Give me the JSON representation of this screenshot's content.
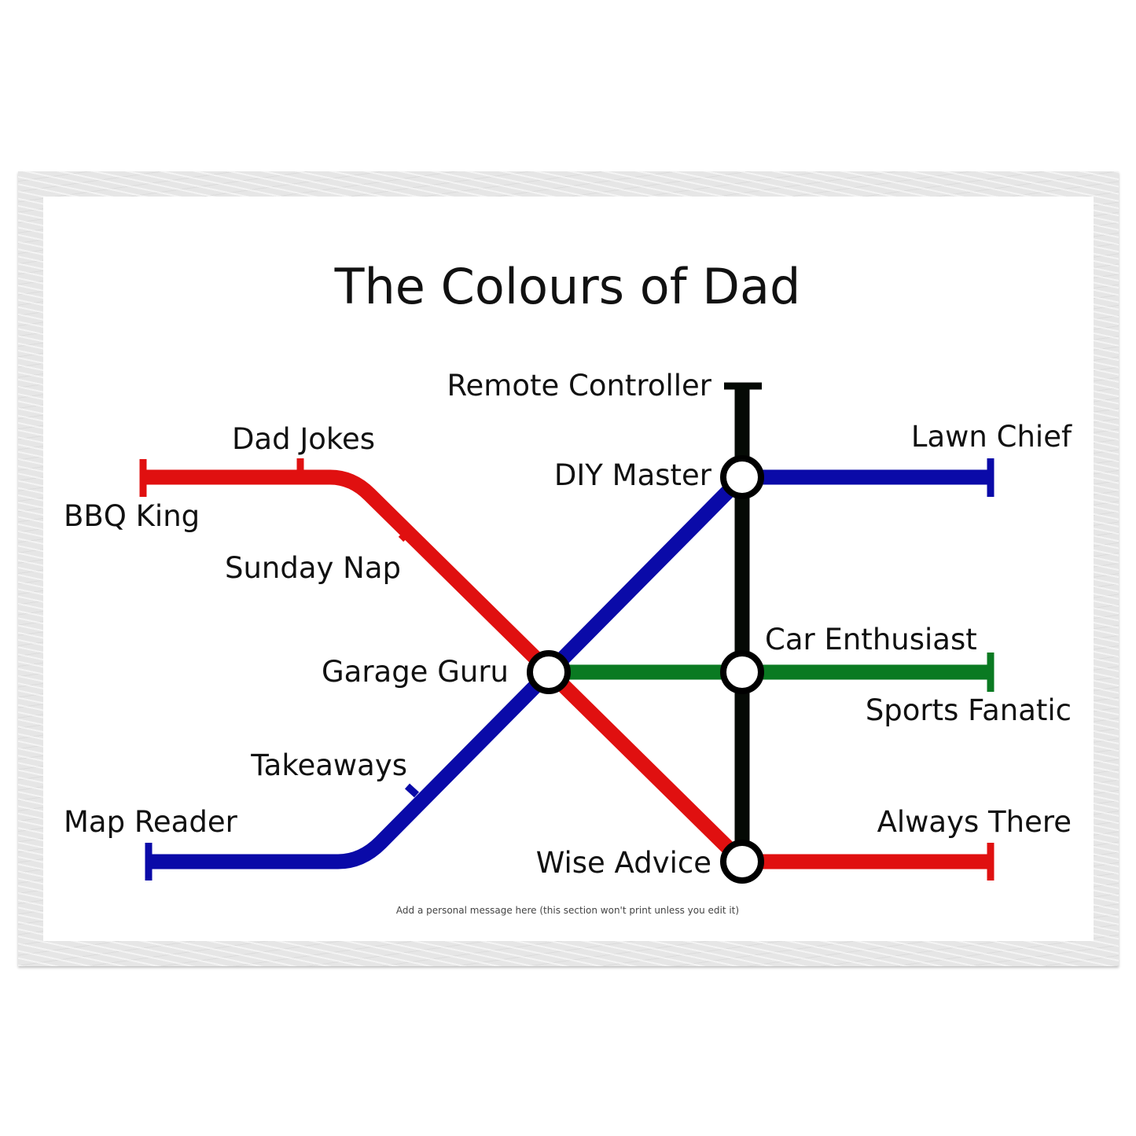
{
  "title": "The Colours of Dad",
  "personal_message": "Add a personal message here (this section won't print unless you edit it)",
  "lines": [
    {
      "id": "red-line",
      "color": "#e01010"
    },
    {
      "id": "blue-line",
      "color": "#0a0aa8"
    },
    {
      "id": "black-line",
      "color": "#050a05"
    },
    {
      "id": "green-line",
      "color": "#0a7a22"
    }
  ],
  "stations": {
    "remote_controller": "Remote Controller",
    "dad_jokes": "Dad Jokes",
    "lawn_chief": "Lawn Chief",
    "bbq_king": "BBQ King",
    "diy_master": "DIY Master",
    "sunday_nap": "Sunday Nap",
    "car_enthusiast": "Car Enthusiast",
    "garage_guru": "Garage Guru",
    "sports_fanatic": "Sports Fanatic",
    "takeaways": "Takeaways",
    "map_reader": "Map Reader",
    "always_there": "Always There",
    "wise_advice": "Wise Advice"
  }
}
